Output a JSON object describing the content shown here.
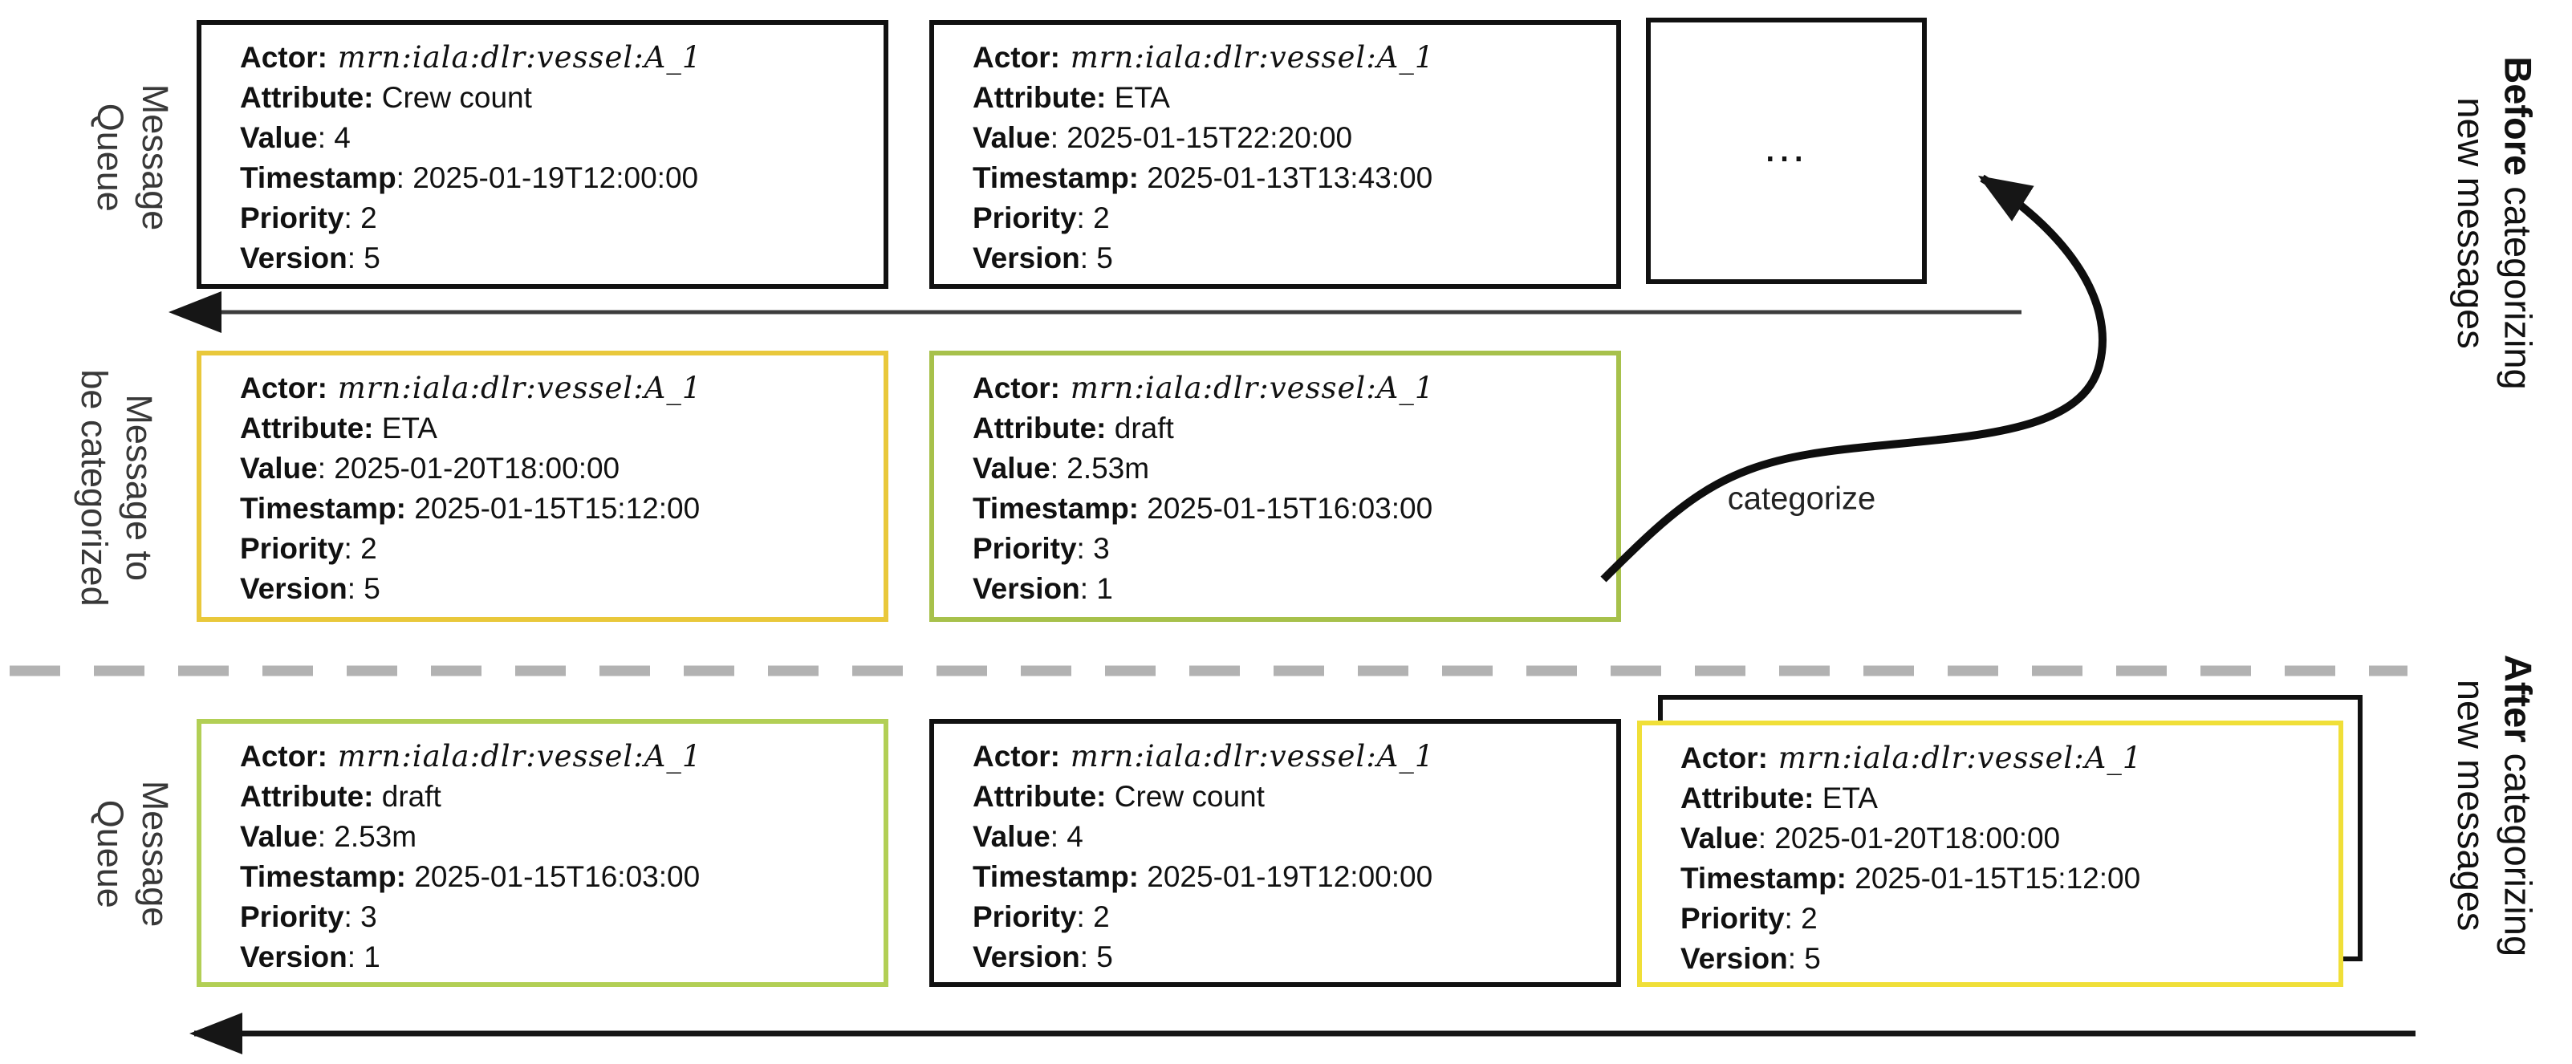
{
  "left_labels": {
    "queue_top": {
      "line1": "Message",
      "line2": "Queue"
    },
    "staging": {
      "line1": "Message to",
      "line2": "be categorized"
    },
    "queue_bottom": {
      "line1": "Message",
      "line2": "Queue"
    }
  },
  "right_labels": {
    "before": {
      "bold": "Before",
      "rest": " categorizing",
      "line2": "new messages"
    },
    "after": {
      "bold": "After",
      "rest": " categorizing",
      "line2": "new messages"
    }
  },
  "annotations": {
    "categorize": "categorize",
    "ellipsis": "…"
  },
  "colors": {
    "card_black": "#111111",
    "card_yellow": "#E9C83B",
    "card_green": "#A7C14B",
    "card_green_light": "#B2CF55",
    "card_yellow_bright": "#F0DF38",
    "divider_gray": "#B2B2B2",
    "arrow_black": "#161616"
  },
  "boxes": {
    "q_before_1": {
      "lines": [
        {
          "b": "Actor:",
          "r": " mrn:iala:dlr:vessel:A_1"
        },
        {
          "b": "Attribute:",
          "r": " Crew count"
        },
        {
          "b": "Value",
          "r": ": 4"
        },
        {
          "b": "Timestamp",
          "r": ": 2025-01-19T12:00:00"
        },
        {
          "b": "Priority",
          "r": ": 2"
        },
        {
          "b": "Version",
          "r": ": 5"
        }
      ]
    },
    "q_before_2": {
      "lines": [
        {
          "b": "Actor:",
          "r": " mrn:iala:dlr:vessel:A_1"
        },
        {
          "b": "Attribute:",
          "r": " ETA"
        },
        {
          "b": "Value",
          "r": ": 2025-01-15T22:20:00"
        },
        {
          "b": "Timestamp:",
          "r": " 2025-01-13T13:43:00"
        },
        {
          "b": "Priority",
          "r": ": 2"
        },
        {
          "b": "Version",
          "r": ": 5"
        }
      ]
    },
    "staged_yellow": {
      "lines": [
        {
          "b": "Actor:",
          "r": " mrn:iala:dlr:vessel:A_1"
        },
        {
          "b": "Attribute:",
          "r": " ETA"
        },
        {
          "b": "Value",
          "r": ": 2025-01-20T18:00:00"
        },
        {
          "b": "Timestamp:",
          "r": " 2025-01-15T15:12:00"
        },
        {
          "b": "Priority",
          "r": ": 2"
        },
        {
          "b": "Version",
          "r": ": 5"
        }
      ]
    },
    "staged_green": {
      "lines": [
        {
          "b": "Actor:",
          "r": " mrn:iala:dlr:vessel:A_1"
        },
        {
          "b": "Attribute:",
          "r": " draft"
        },
        {
          "b": "Value",
          "r": ": 2.53m"
        },
        {
          "b": "Timestamp:",
          "r": " 2025-01-15T16:03:00"
        },
        {
          "b": "Priority",
          "r": ": 3"
        },
        {
          "b": "Version",
          "r": ": 1"
        }
      ]
    },
    "q_after_1": {
      "lines": [
        {
          "b": "Actor:",
          "r": " mrn:iala:dlr:vessel:A_1"
        },
        {
          "b": "Attribute:",
          "r": " draft"
        },
        {
          "b": "Value",
          "r": ": 2.53m"
        },
        {
          "b": "Timestamp:",
          "r": " 2025-01-15T16:03:00"
        },
        {
          "b": "Priority",
          "r": ": 3"
        },
        {
          "b": "Version",
          "r": ": 1"
        }
      ]
    },
    "q_after_2": {
      "lines": [
        {
          "b": "Actor:",
          "r": " mrn:iala:dlr:vessel:A_1"
        },
        {
          "b": "Attribute:",
          "r": " Crew count"
        },
        {
          "b": "Value",
          "r": ": 4"
        },
        {
          "b": "Timestamp:",
          "r": " 2025-01-19T12:00:00"
        },
        {
          "b": "Priority",
          "r": ": 2"
        },
        {
          "b": "Version",
          "r": ": 5"
        }
      ]
    },
    "q_after_3": {
      "lines": [
        {
          "b": "Actor:",
          "r": " mrn:iala:dlr:vessel:A_1"
        },
        {
          "b": "Attribute:",
          "r": " ETA"
        },
        {
          "b": "Value",
          "r": ": 2025-01-20T18:00:00"
        },
        {
          "b": "Timestamp:",
          "r": " 2025-01-15T15:12:00"
        },
        {
          "b": "Priority",
          "r": ": 2"
        },
        {
          "b": "Version",
          "r": ": 5"
        }
      ]
    }
  }
}
